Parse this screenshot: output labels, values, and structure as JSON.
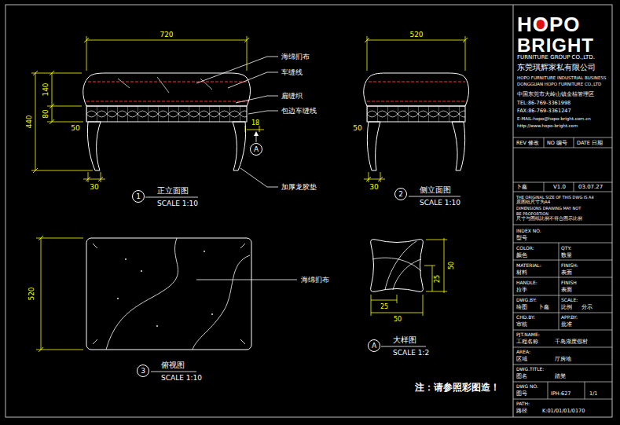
{
  "diagram": {
    "nodes": [
      {
        "text": [
          "A"
        ]
      },
      {
        "text": [
          "1"
        ]
      },
      {
        "text": [
          "2"
        ]
      },
      {
        "text": [
          "3"
        ]
      },
      {
        "text": [
          "A"
        ]
      }
    ],
    "labels": [
      "720",
      "140",
      "80",
      "440",
      "50",
      "18",
      "30",
      "海绵扪布",
      "车缝线",
      "扁缝织",
      "包边车缝线",
      "加厚龙胶垫",
      "正立面图",
      "SCALE 1:10",
      "520",
      "50",
      "30",
      "侧立面图",
      "SCALE 1:10",
      "520",
      "海绵扪布",
      "俯视图",
      "SCALE 1:10",
      "50",
      "25",
      "25",
      "50",
      "大样图",
      "SCALE 1:2",
      "注：请参照彩图造！",
      "HOPO",
      "BRIGHT",
      "FURNITURE GROUP CO.,LTD.",
      "东莞琪辉家私有限公司",
      "HOPO FURNITURE INDUSTRIAL BUSINESS",
      "DONGGUAN HOPO FURNITURE CO.,LTD",
      "中国东莞市大岭山镇金桔管理区",
      "TEL:86-769-3361998",
      "FAX:86-769-3361247",
      "E-MAIL:hopo@hopo-bright.com.cn",
      "http://www.hopo-bright.com",
      "REV 修改",
      "NO 编号",
      "DATE 日期",
      "卜鑫",
      "V1.0",
      "03.07.27",
      "THE ORIGINAL SIZE OF THIS DWG IS A4",
      "原图纸尺寸为A4",
      "DIMENSIONS DRAWING MAY NOT",
      "BE PROPORTION",
      "尺寸与图纸比例不符合图示比例",
      "INDEX NO.",
      "型号",
      "COLOR:",
      "QTY:",
      "颜色",
      "数量",
      "MATERIAL:",
      "FINISH:",
      "材料",
      "表面",
      "HANDLE:",
      "FINISH",
      "拉手",
      "表面",
      "DWG.BY:",
      "SCALE:",
      "绘图",
      "卜鑫",
      "比例",
      "分示",
      "CHD.BY:",
      "APP.BY:",
      "审核",
      "批准",
      "PJT.NAME:",
      "工程名称",
      "千岛湖度假村",
      "AREA:",
      "区域",
      "厅房地",
      "DWG.TITLE:",
      "图名",
      "踏凳",
      "DWG NO.",
      "图号",
      "IPH-627",
      "1/1",
      "PATH:",
      "路径",
      "K:01/01/01/0170"
    ]
  }
}
